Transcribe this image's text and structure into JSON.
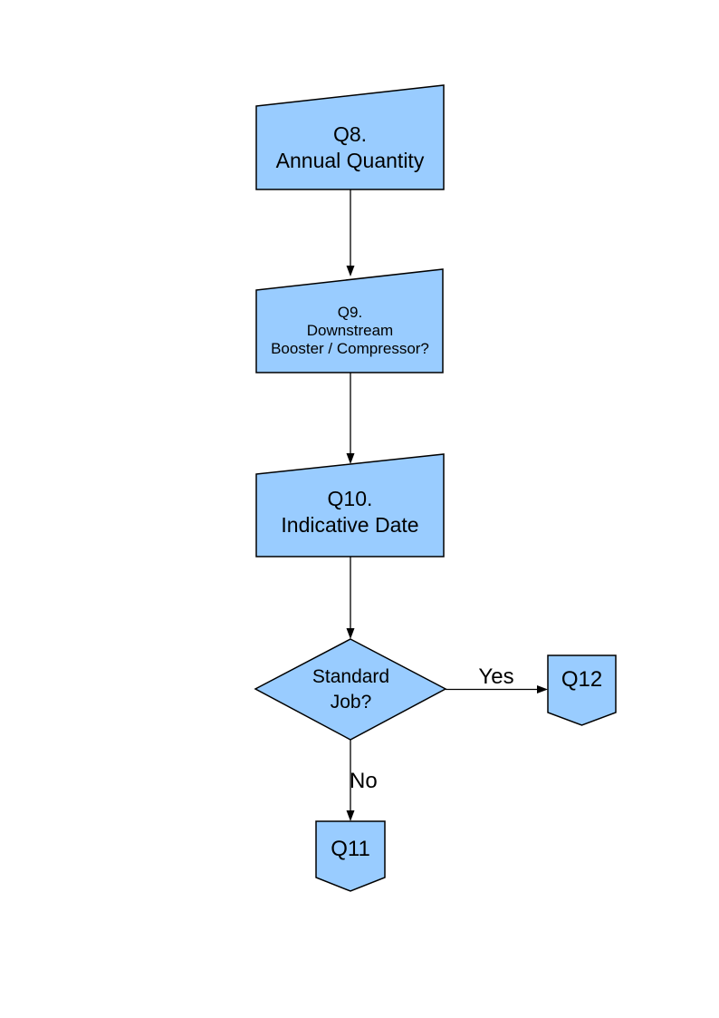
{
  "colors": {
    "shape_fill": "#99CCFF",
    "shape_border": "#000000",
    "edge_color": "#000000",
    "text_color": "#000000",
    "background": "#FFFFFF"
  },
  "nodes": {
    "q8": {
      "label": "Q8.\nAnnual Quantity",
      "type": "manual-input"
    },
    "q9": {
      "label": "Q9.\nDownstream\nBooster / Compressor?",
      "type": "manual-input"
    },
    "q10": {
      "label": "Q10.\nIndicative Date",
      "type": "manual-input"
    },
    "decision": {
      "label": "Standard\nJob?",
      "type": "decision-diamond"
    },
    "q11": {
      "label": "Q11",
      "type": "off-page-connector"
    },
    "q12": {
      "label": "Q12",
      "type": "off-page-connector"
    }
  },
  "edges": {
    "yes_label": "Yes",
    "no_label": "No"
  }
}
